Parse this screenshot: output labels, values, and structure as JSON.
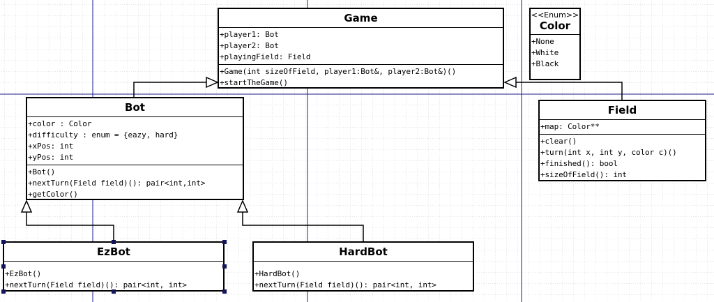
{
  "classes": {
    "game": {
      "name": "Game",
      "attributes": [
        "+player1: Bot",
        "+player2: Bot",
        "+playingField: Field"
      ],
      "operations": [
        "+Game(int sizeOfField, player1:Bot&, player2:Bot&)()",
        "+startTheGame()"
      ]
    },
    "color": {
      "stereotype": "<<Enum>>",
      "name": "Color",
      "literals": [
        "+None",
        "+White",
        "+Black"
      ]
    },
    "bot": {
      "name": "Bot",
      "attributes": [
        "+color : Color",
        "+difficulty : enum = {eazy, hard}",
        "+xPos: int",
        "+yPos: int"
      ],
      "operations": [
        "+Bot()",
        "+nextTurn(Field field)(): pair<int,int>",
        "+getColor()"
      ]
    },
    "field": {
      "name": "Field",
      "attributes": [
        "+map: Color**"
      ],
      "operations": [
        "+clear()",
        "+turn(int x, int y, color c)()",
        "+finished(): bool",
        "+sizeOfField(): int"
      ]
    },
    "ezbot": {
      "name": "EzBot",
      "operations": [
        "+EzBot()",
        "+nextTurn(Field field)(): pair<int, int>"
      ]
    },
    "hardbot": {
      "name": "HardBot",
      "operations": [
        "+HardBot()",
        "+nextTurn(Field field)(): pair<int, int>"
      ]
    }
  },
  "colors": {
    "grid": "#c8c8c8",
    "page_line": "#1e1e8c",
    "selection": "#14145a",
    "border": "#000000"
  }
}
